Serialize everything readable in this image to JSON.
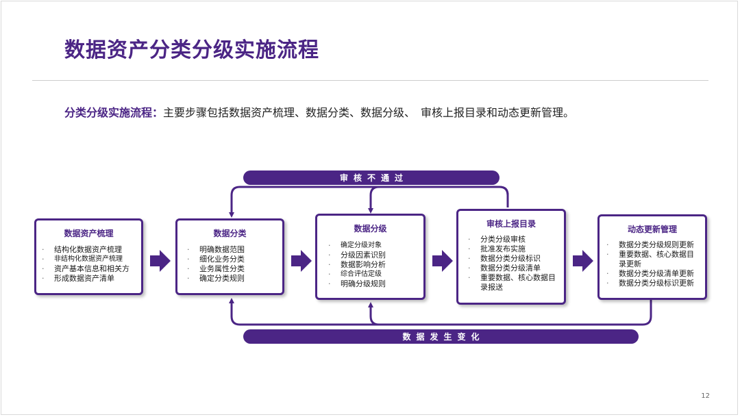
{
  "title": "数据资产分类分级实施流程",
  "intro": {
    "lead": "分类分级实施流程：",
    "text": "主要步骤包括数据资产梳理、数据分类、数据分级、　审核上报目录和动态更新管理。"
  },
  "banners": {
    "top": "审核不通过",
    "bottom": "数据发生变化"
  },
  "steps": [
    {
      "title": "数据资产梳理",
      "items": [
        "结构化数据资产梳理",
        "非结构化数据资产梳理",
        "资产基本信息和相关方",
        "形成数据资产清单"
      ]
    },
    {
      "title": "数据分类",
      "items": [
        "明确数据范围",
        "细化业务分类",
        "业务属性分类",
        "确定分类规则"
      ]
    },
    {
      "title": "数据分级",
      "items": [
        "确定分级对象",
        "分级因素识别",
        "数据影响分析",
        "综合评估定级",
        "明确分级规则"
      ]
    },
    {
      "title": "审核上报目录",
      "items": [
        "分类分级审核",
        "批准发布实施",
        "数据分类分级标识",
        "数据分类分级清单",
        "重要数据、核心数据目录报送"
      ]
    },
    {
      "title": "动态更新管理",
      "items": [
        "数据分类分级规则更新",
        "重要数据、核心数据目录更新",
        "数据分类分级清单更新",
        "数据分类分级标识更新"
      ]
    }
  ],
  "page_number": "12",
  "colors": {
    "accent": "#4b2585",
    "rule": "#cccccc"
  }
}
